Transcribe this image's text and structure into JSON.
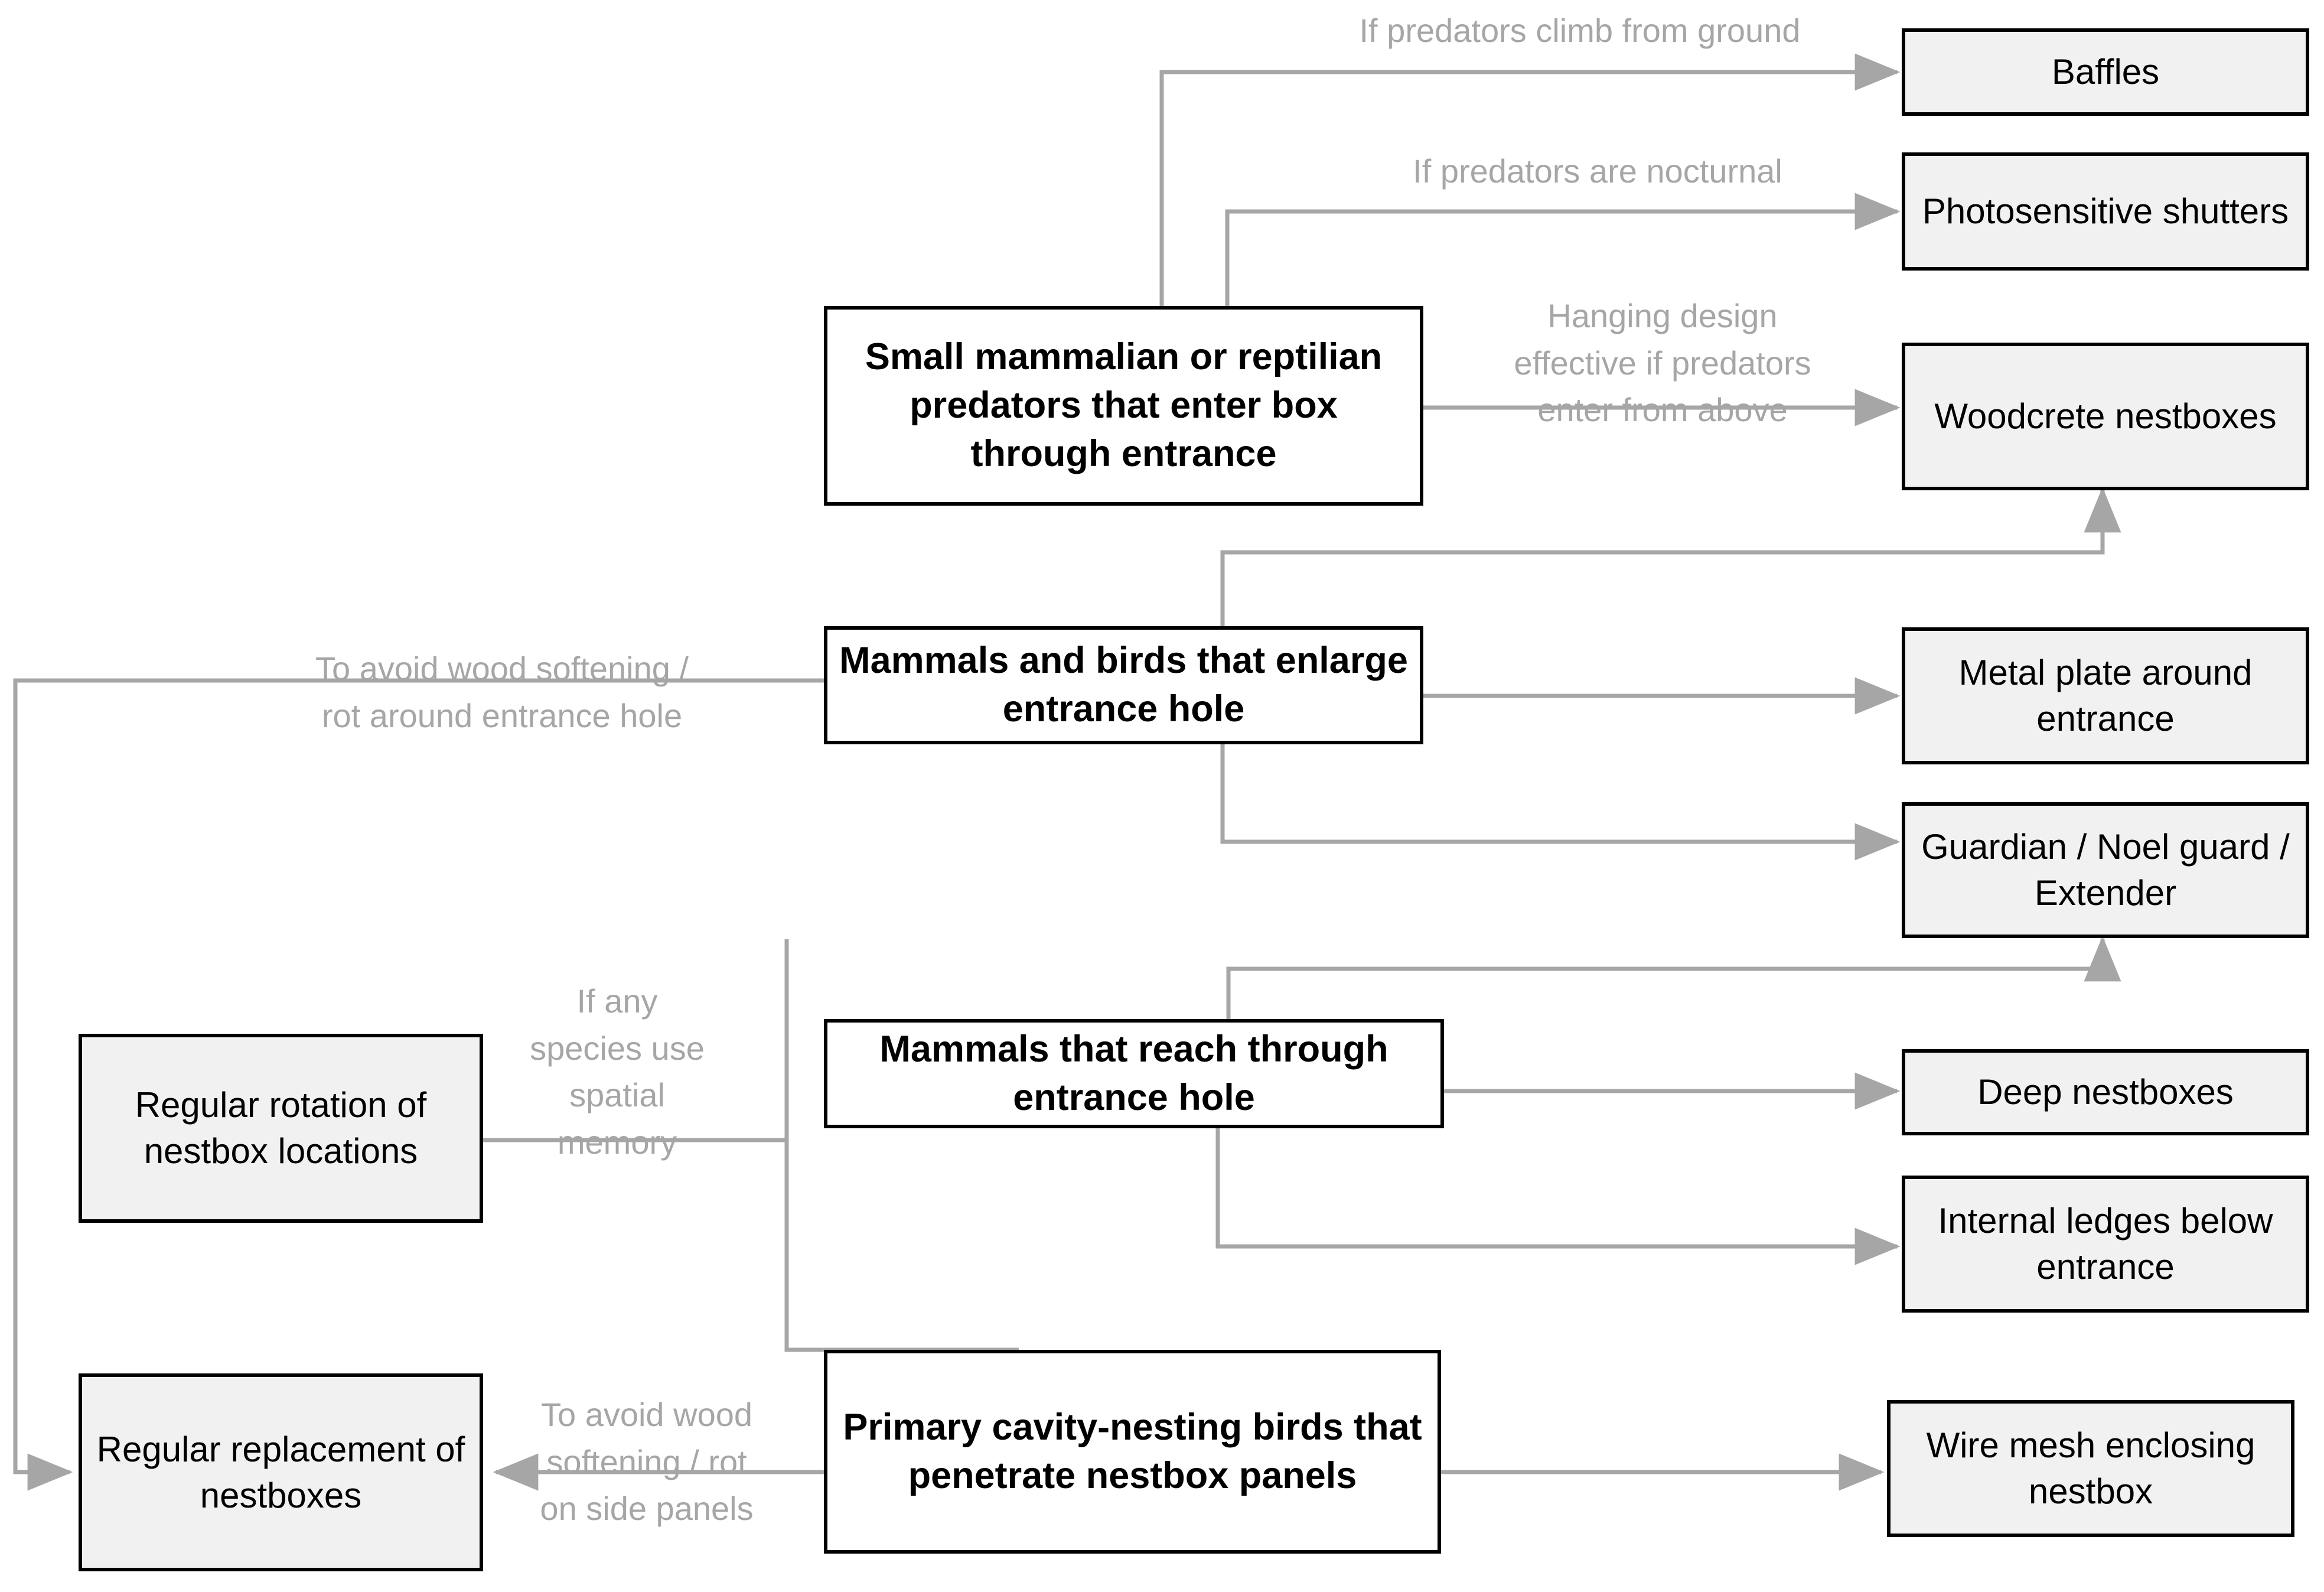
{
  "diagram": {
    "title": "Nestbox predator threats and mitigation measures",
    "colors": {
      "node_border": "#000000",
      "primary_fill": "#ffffff",
      "solution_fill": "#f1f1f1",
      "edge": "#a6a6a6",
      "edge_label": "#a6a6a6",
      "background": "#ffffff"
    }
  },
  "threat_nodes": [
    {
      "id": "small-predators",
      "label": "Small mammalian  or reptilian predators that enter box through entrance"
    },
    {
      "id": "enlarge-hole",
      "label": "Mammals and birds that enlarge entrance hole"
    },
    {
      "id": "reach-through",
      "label": "Mammals that reach through entrance hole"
    },
    {
      "id": "penetrate-panels",
      "label": "Primary cavity-nesting birds that penetrate nestbox panels"
    }
  ],
  "solution_nodes": [
    {
      "id": "baffles",
      "label": "Baffles"
    },
    {
      "id": "photo-shutters",
      "label": "Photosensitive shutters"
    },
    {
      "id": "woodcrete",
      "label": "Woodcrete nestboxes"
    },
    {
      "id": "metal-plate",
      "label": "Metal plate around entrance"
    },
    {
      "id": "guardian",
      "label": "Guardian / Noel guard / Extender"
    },
    {
      "id": "deep-nestboxes",
      "label": "Deep nestboxes"
    },
    {
      "id": "internal-ledges",
      "label": "Internal ledges below entrance"
    },
    {
      "id": "wire-mesh",
      "label": "Wire mesh enclosing nestbox"
    },
    {
      "id": "rotation",
      "label": "Regular rotation of nestbox locations"
    },
    {
      "id": "replacement",
      "label": "Regular replacement of nestboxes"
    }
  ],
  "edge_labels": [
    {
      "id": "climb-ground",
      "text": "If predators climb from ground"
    },
    {
      "id": "nocturnal",
      "text": "If predators are nocturnal"
    },
    {
      "id": "hanging-design",
      "text": "Hanging design\neffective if predators\nenter from above"
    },
    {
      "id": "wood-rot-entrance",
      "text": "To avoid wood softening /\nrot around entrance hole"
    },
    {
      "id": "spatial-memory",
      "text": "If any\nspecies use\nspatial\nmemory"
    },
    {
      "id": "wood-rot-panels",
      "text": "To avoid wood\nsoftening / rot\non side panels"
    }
  ],
  "edges": [
    {
      "from": "small-predators",
      "to": "baffles",
      "label": "climb-ground"
    },
    {
      "from": "small-predators",
      "to": "photo-shutters",
      "label": "nocturnal"
    },
    {
      "from": "small-predators",
      "to": "woodcrete",
      "label": "hanging-design"
    },
    {
      "from": "enlarge-hole",
      "to": "woodcrete",
      "label": ""
    },
    {
      "from": "enlarge-hole",
      "to": "metal-plate",
      "label": ""
    },
    {
      "from": "enlarge-hole",
      "to": "guardian",
      "label": ""
    },
    {
      "from": "enlarge-hole",
      "to": "replacement",
      "label": "wood-rot-entrance"
    },
    {
      "from": "reach-through",
      "to": "guardian",
      "label": ""
    },
    {
      "from": "reach-through",
      "to": "deep-nestboxes",
      "label": ""
    },
    {
      "from": "reach-through",
      "to": "internal-ledges",
      "label": ""
    },
    {
      "from": "reach-through",
      "to": "rotation",
      "label": "spatial-memory"
    },
    {
      "from": "penetrate-panels",
      "to": "rotation",
      "label": "spatial-memory"
    },
    {
      "from": "penetrate-panels",
      "to": "wire-mesh",
      "label": ""
    },
    {
      "from": "penetrate-panels",
      "to": "replacement",
      "label": "wood-rot-panels"
    }
  ]
}
